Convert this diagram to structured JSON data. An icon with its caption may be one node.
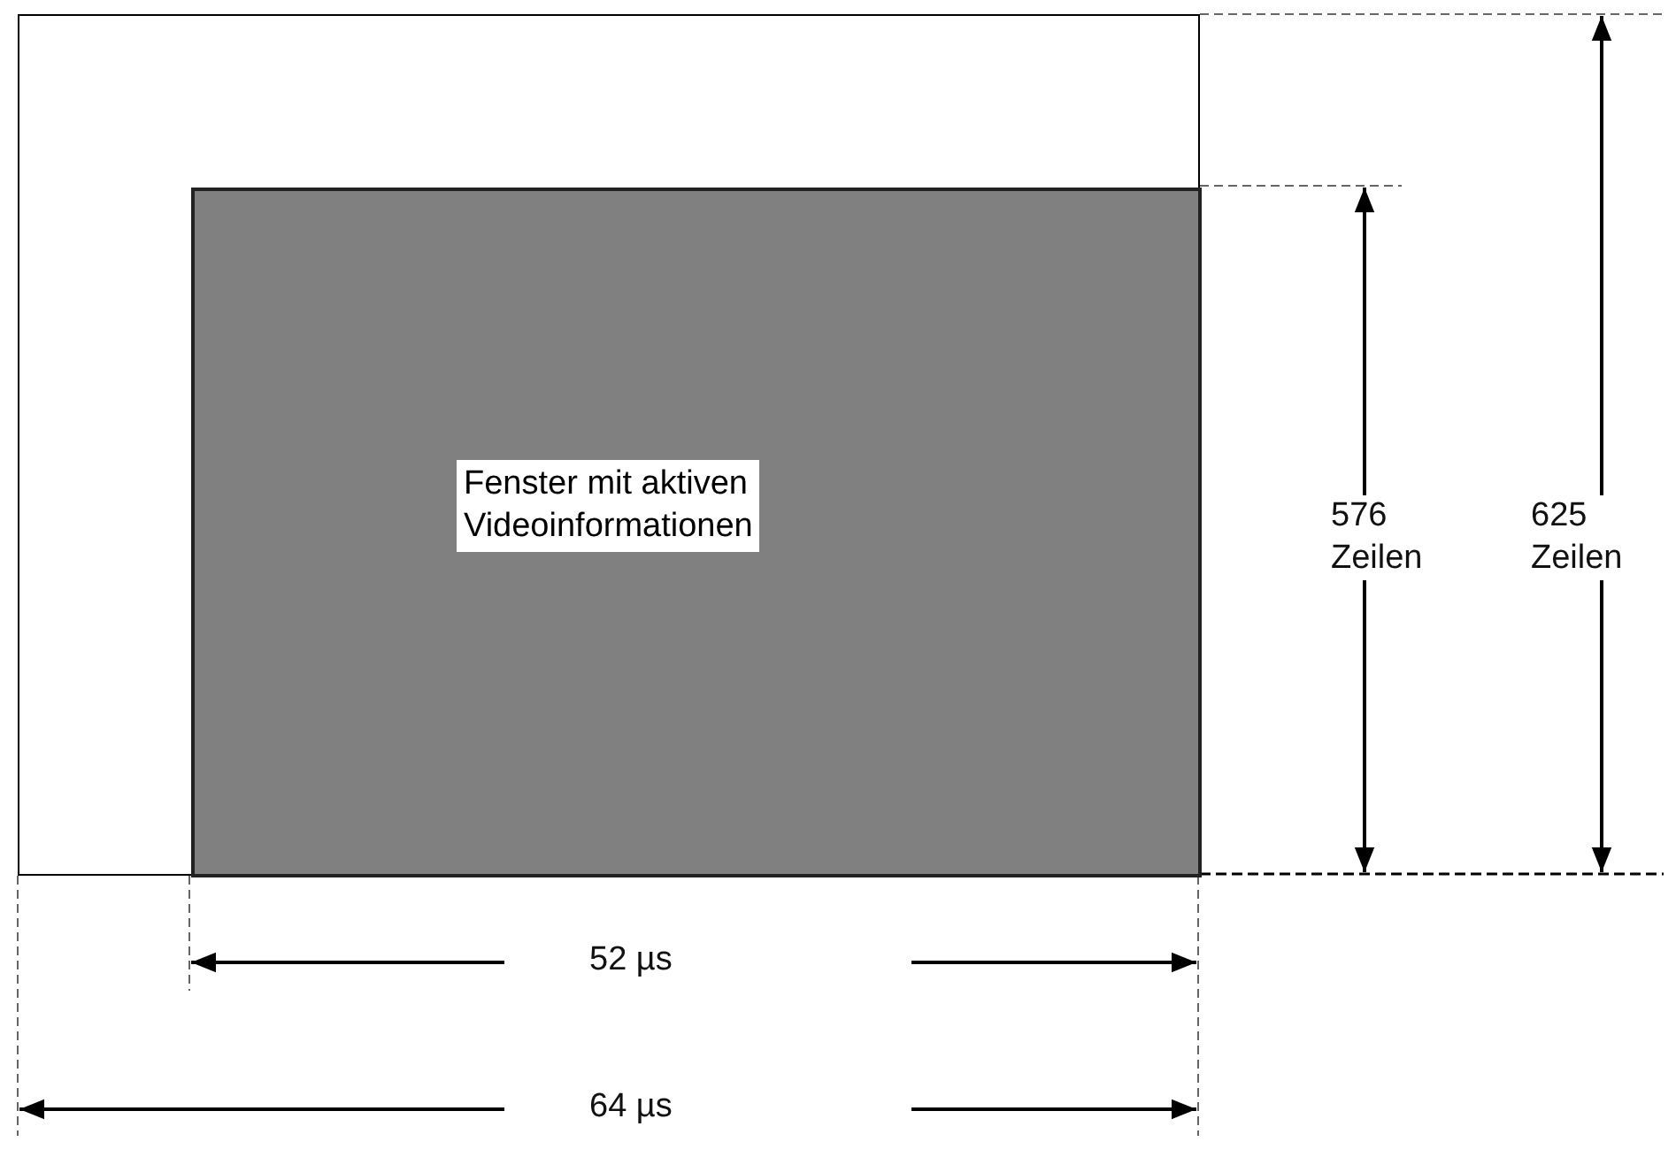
{
  "diagram": {
    "nodes": [
      {
        "text": [],
        "shape": "box"
      },
      {
        "text": [
          "Fenster mit aktiven Videoinformationen"
        ],
        "in": 0
      }
    ],
    "labels": [
      "576 Zeilen",
      "625 Zeilen",
      "52 µs",
      "64 µs"
    ]
  }
}
